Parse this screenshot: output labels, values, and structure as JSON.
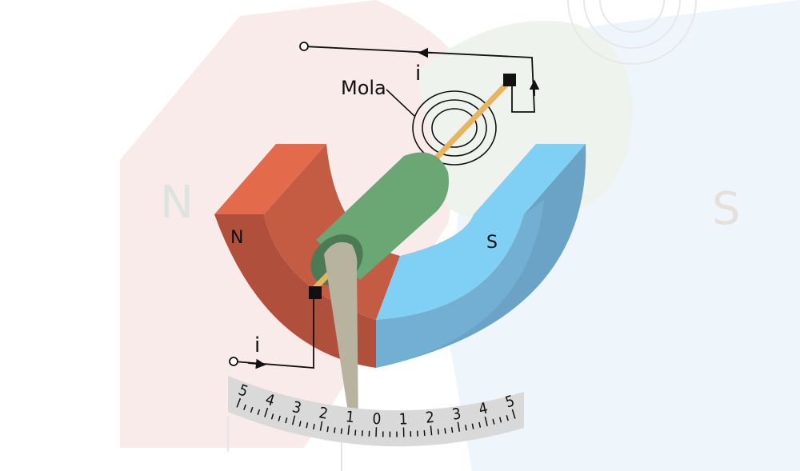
{
  "labels": {
    "spring": "Mola",
    "current_top": "i",
    "current_bottom": "i",
    "north": "N",
    "south": "S"
  },
  "background": {
    "north": "N",
    "south": "S"
  },
  "scale": {
    "numbers": [
      "5",
      "4",
      "3",
      "2",
      "1",
      "0",
      "1",
      "2",
      "3",
      "4",
      "5"
    ]
  },
  "colors": {
    "magnet_north_front": "#e36b4c",
    "magnet_north_side": "#b0503c",
    "magnet_south_front": "#7fd0f4",
    "magnet_south_side": "#6ba3c7",
    "coil": "#6aa775",
    "coil_end": "#4c7a55",
    "shaft": "#e8b45f",
    "pointer": "#b8b39e",
    "scale_band": "#d9d9d9"
  }
}
